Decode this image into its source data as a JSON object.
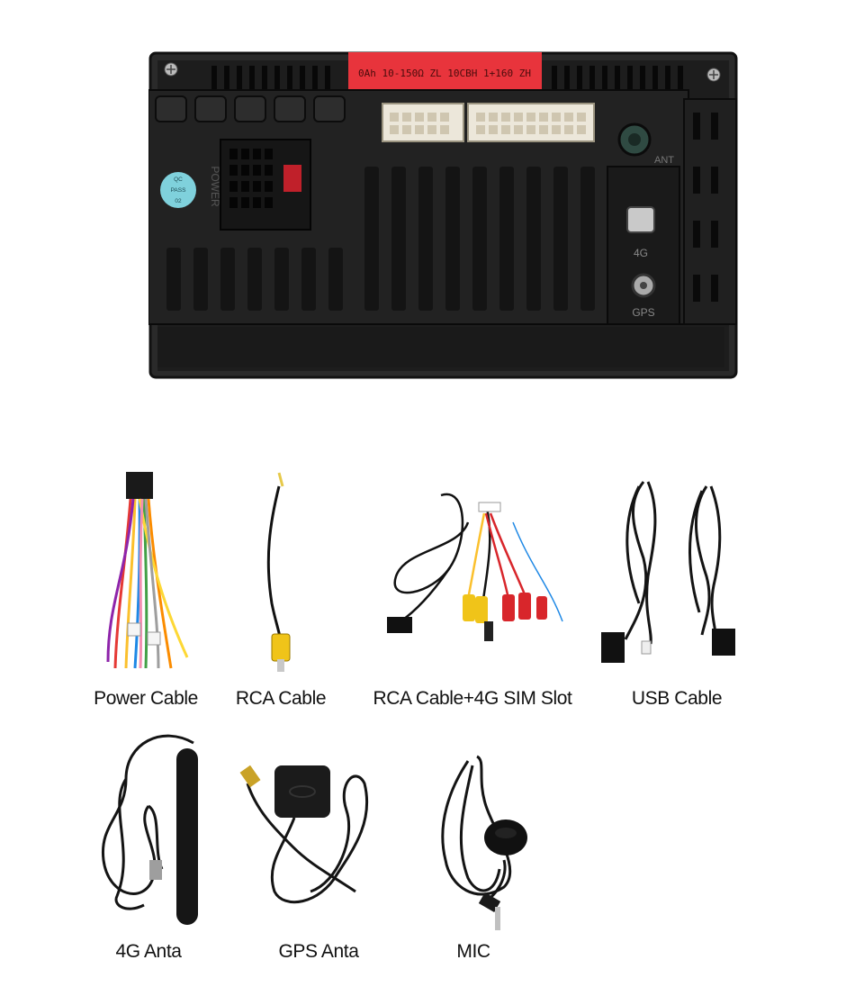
{
  "unit": {
    "sticker_text": "0Ah 10-150Ω ZL 10CBH 1+160 ZH",
    "power_label": "POWER",
    "qc_badge": [
      "QC",
      "PASS",
      "02"
    ],
    "ant_label": "ANT",
    "lte_label": "4G",
    "gps_label": "GPS"
  },
  "accessories": {
    "power_cable": "Power Cable",
    "rca_cable": "RCA Cable",
    "rca_sim": "RCA Cable+4G SIM Slot",
    "usb_cable": "USB Cable",
    "lte_antenna": "4G Anta",
    "gps_antenna": "GPS Anta",
    "mic": "MIC"
  },
  "colors": {
    "sticker": "#e8343c",
    "housing": "#1c1c1c",
    "connector": "#ece7da",
    "cable": "#141414",
    "rca_yellow": "#f0c419",
    "rca_red": "#d8262b",
    "badge": "#7fd1dc"
  }
}
